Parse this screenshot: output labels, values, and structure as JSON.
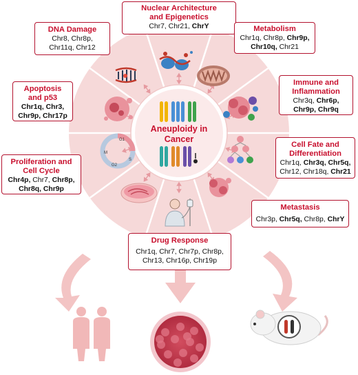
{
  "center": {
    "line1": "Aneuploidy in",
    "line2": "Cancer"
  },
  "boxes": {
    "nuclear": {
      "h1": "Nuclear Architecture",
      "h2": "and Epigenetics",
      "l1": [
        {
          "t": "Chr7, Chr21, "
        },
        {
          "t": "ChrY",
          "b": true
        }
      ]
    },
    "dna": {
      "h1": "DNA Damage",
      "l1": [
        {
          "t": "Chr8, Chr8p,"
        }
      ],
      "l2": [
        {
          "t": "Chr11q, Chr12"
        }
      ]
    },
    "metabolism": {
      "h1": "Metabolism",
      "l1": [
        {
          "t": "Chr1q, Chr8p, "
        },
        {
          "t": "Chr9p,",
          "b": true
        }
      ],
      "l2": [
        {
          "t": "Chr10q,",
          "b": true
        },
        {
          "t": " Chr21"
        }
      ]
    },
    "immune": {
      "h1": "Immune and",
      "h2": "Inflammation",
      "l1": [
        {
          "t": "Chr3q, "
        },
        {
          "t": "Chr6p,",
          "b": true
        }
      ],
      "l2": [
        {
          "t": "Chr9p, Chr9q",
          "b": true
        }
      ]
    },
    "apoptosis": {
      "h1": "Apoptosis",
      "h2": "and p53",
      "l1": [
        {
          "t": "Chr1q, Chr3,",
          "b": true
        }
      ],
      "l2": [
        {
          "t": "Chr9p, Chr17p",
          "b": true
        }
      ]
    },
    "cellfate": {
      "h1": "Cell Fate and",
      "h2": "Differentiation",
      "l1": [
        {
          "t": "Chr1q, "
        },
        {
          "t": "Chr3q, Chr5q,",
          "b": true
        }
      ],
      "l2": [
        {
          "t": "Chr12, Chr18q, "
        },
        {
          "t": "Chr21",
          "b": true
        }
      ]
    },
    "prolif": {
      "h1": "Proliferation and",
      "h2": "Cell Cycle",
      "l1": [
        {
          "t": "Chr4p,",
          "b": true
        },
        {
          "t": " Chr7, "
        },
        {
          "t": "Chr8p,",
          "b": true
        }
      ],
      "l2": [
        {
          "t": "Chr8q, Chr9p",
          "b": true
        }
      ]
    },
    "metastasis": {
      "h1": "Metastasis",
      "l1": [
        {
          "t": "Chr3p, "
        },
        {
          "t": "Chr5q,",
          "b": true
        },
        {
          "t": " Chr8p, "
        },
        {
          "t": "ChrY",
          "b": true
        }
      ]
    },
    "drug": {
      "h1": "Drug Response",
      "l1": [
        {
          "t": "Chr1q, Chr7, Chr7p, Chr8p,"
        }
      ],
      "l2": [
        {
          "t": "Chr13, Chr16p, Chr19p"
        }
      ]
    }
  },
  "colors": {
    "accent": "#c8102e",
    "ring_outer": "#f6d9d9",
    "ring_inner": "#fbeaea",
    "arrow": "#f3c4c4"
  },
  "icons": [
    "dna-ladder-icon",
    "nucleosome-icon",
    "mitochondrion-icon",
    "tumor-immune-cluster-icon",
    "apoptotic-cell-icon",
    "differentiation-tree-icon",
    "cell-cycle-icon",
    "cell-cluster-icon",
    "petri-dish-icon",
    "patient-iv-icon",
    "chromosome-icon",
    "patients-icon",
    "tumor-mass-icon",
    "mouse-icon"
  ]
}
